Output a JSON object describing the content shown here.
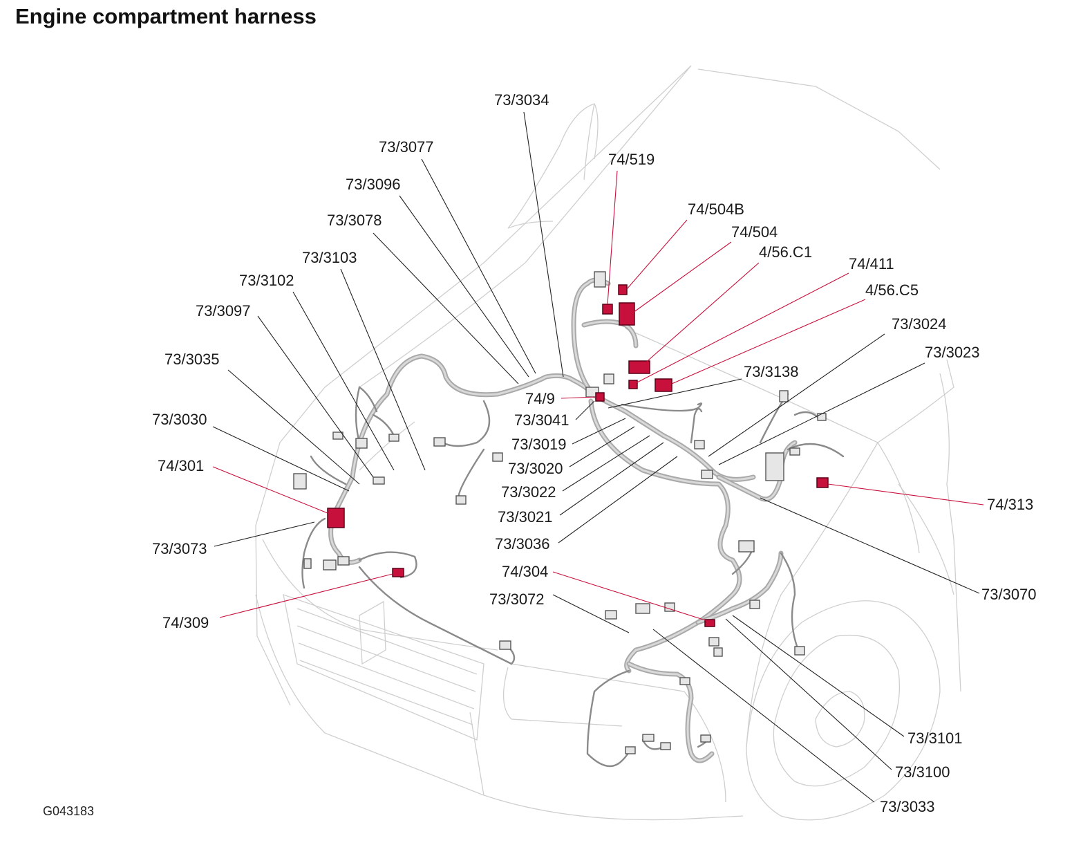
{
  "title": "Engine compartment harness",
  "figure_id": "G043183",
  "colors": {
    "highlight": "#c8103c",
    "harness": "#a9a9a9",
    "car_outline": "#cfcfcf",
    "leader": "#222222"
  },
  "labels": {
    "l73_3034": "73/3034",
    "l73_3077": "73/3077",
    "l73_3096": "73/3096",
    "l73_3078": "73/3078",
    "l73_3103": "73/3103",
    "l73_3102": "73/3102",
    "l73_3097": "73/3097",
    "l73_3035": "73/3035",
    "l73_3030": "73/3030",
    "l74_301": "74/301",
    "l73_3073": "73/3073",
    "l74_309": "74/309",
    "l74_519": "74/519",
    "l74_504B": "74/504B",
    "l74_504": "74/504",
    "l4_56_C1": "4/56.C1",
    "l74_411": "74/411",
    "l4_56_C5": "4/56.C5",
    "l73_3024": "73/3024",
    "l73_3023": "73/3023",
    "l73_3138": "73/3138",
    "l74_9": "74/9",
    "l73_3041": "73/3041",
    "l73_3019": "73/3019",
    "l73_3020": "73/3020",
    "l73_3022": "73/3022",
    "l73_3021": "73/3021",
    "l73_3036": "73/3036",
    "l74_313": "74/313",
    "l73_3070": "73/3070",
    "l74_304": "74/304",
    "l73_3072": "73/3072",
    "l73_3101": "73/3101",
    "l73_3100": "73/3100",
    "l73_3033": "73/3033"
  }
}
